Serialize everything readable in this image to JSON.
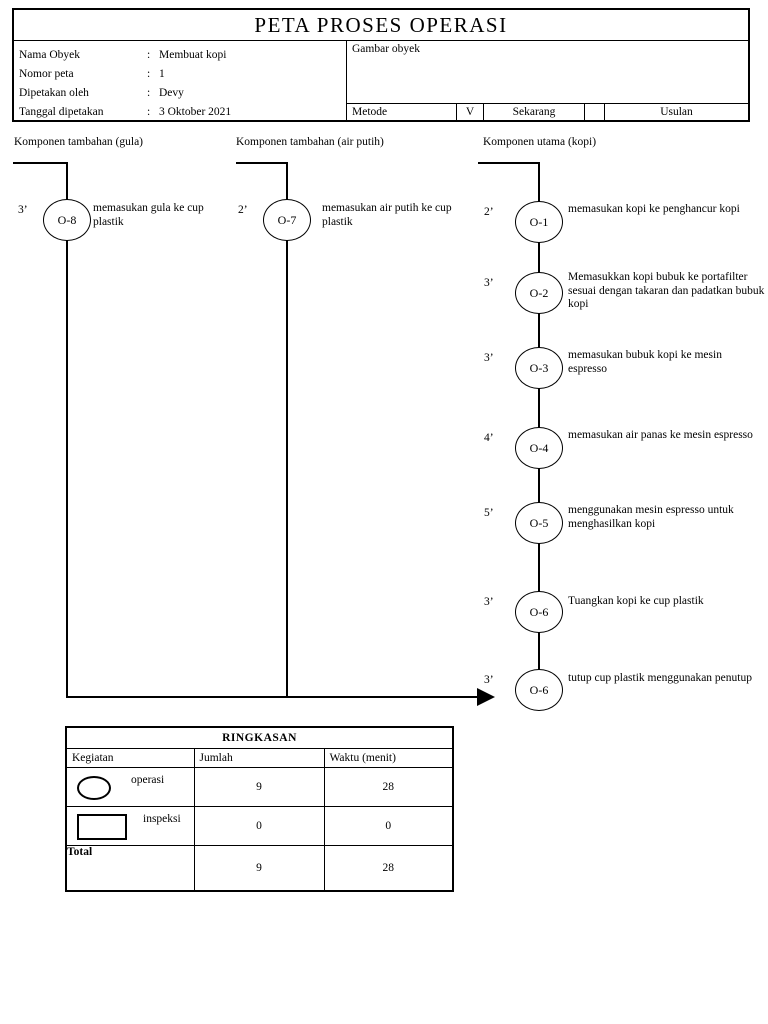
{
  "header": {
    "title": "PETA PROSES OPERASI",
    "fields": [
      {
        "label": "Nama Obyek",
        "sep": ":",
        "value": "Membuat kopi"
      },
      {
        "label": "Nomor peta",
        "sep": ":",
        "value": "1"
      },
      {
        "label": "Dipetakan oleh",
        "sep": ":",
        "value": "Devy"
      },
      {
        "label": "Tanggal dipetakan",
        "sep": ":",
        "value": "3 Oktober 2021"
      }
    ],
    "gambar_label": "Gambar obyek",
    "metode": {
      "label": "Metode",
      "check": "V",
      "sekarang": "Sekarang",
      "usulan": "Usulan"
    }
  },
  "chart": {
    "columns": [
      {
        "label": "Komponen tambahan (gula)",
        "operations": [
          {
            "id": "O-8",
            "time": "3’",
            "desc": "memasukan gula ke cup plastik"
          }
        ]
      },
      {
        "label": "Komponen tambahan (air putih)",
        "operations": [
          {
            "id": "O-7",
            "time": "2’",
            "desc": "memasukan air putih ke cup plastik"
          }
        ]
      },
      {
        "label": "Komponen utama (kopi)",
        "operations": [
          {
            "id": "O-1",
            "time": "2’",
            "desc": "memasukan kopi ke penghancur kopi"
          },
          {
            "id": "O-2",
            "time": "3’",
            "desc": "Memasukkan kopi bubuk ke portafilter sesuai dengan takaran dan padatkan bubuk kopi"
          },
          {
            "id": "O-3",
            "time": "3’",
            "desc": "memasukan bubuk kopi ke mesin espresso"
          },
          {
            "id": "O-4",
            "time": "4’",
            "desc": "memasukan air panas ke mesin espresso"
          },
          {
            "id": "O-5",
            "time": "5’",
            "desc": "menggunakan mesin espresso untuk menghasilkan kopi"
          },
          {
            "id": "O-6",
            "time": "3’",
            "desc": "Tuangkan kopi ke cup plastik"
          },
          {
            "id": "O-6",
            "time": "3’",
            "desc": "tutup cup plastik menggunakan penutup"
          }
        ]
      }
    ]
  },
  "summary": {
    "title": "RINGKASAN",
    "headers": [
      "Kegiatan",
      "Jumlah",
      "Waktu (menit)"
    ],
    "rows": [
      {
        "kegiatan": "operasi",
        "icon": "operation-circle",
        "jumlah": "9",
        "waktu": "28"
      },
      {
        "kegiatan": "inspeksi",
        "icon": "inspection-rectangle",
        "jumlah": "0",
        "waktu": "0"
      },
      {
        "kegiatan": "Total",
        "jumlah": "9",
        "waktu": "28"
      }
    ]
  }
}
